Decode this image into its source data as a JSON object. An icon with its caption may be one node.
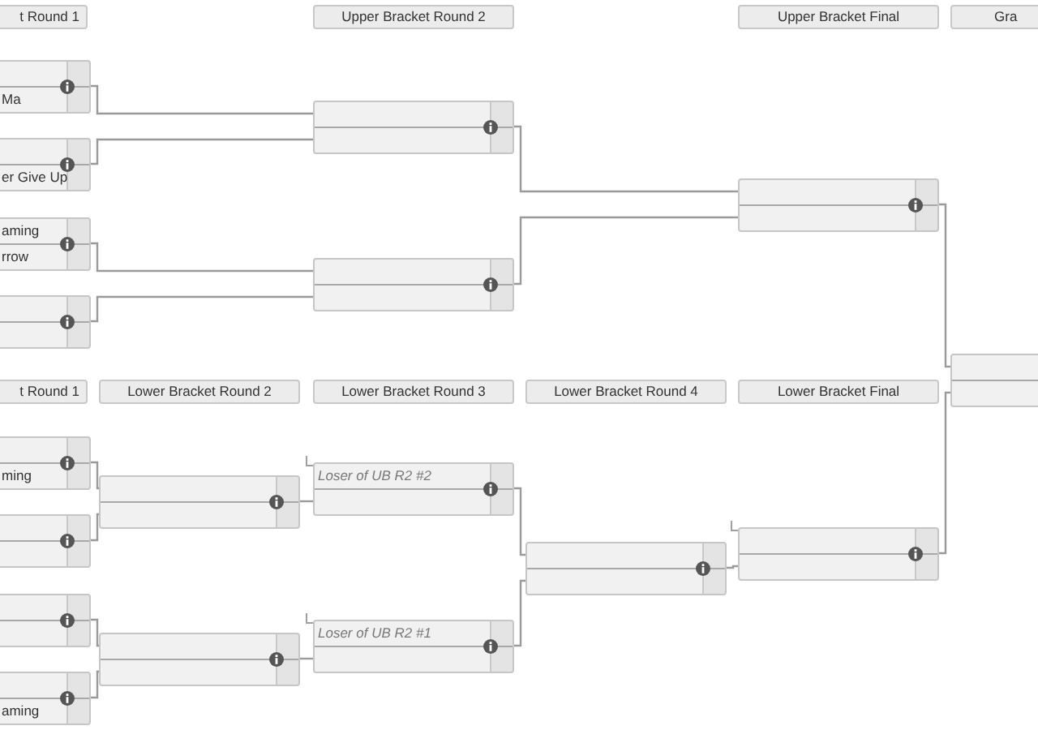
{
  "diagram": {
    "nodes": [
      {
        "text": [
          "t Round 1"
        ]
      },
      {
        "text": [
          "Upper Bracket Round 2"
        ]
      },
      {
        "text": [
          "Upper Bracket Final"
        ]
      },
      {
        "text": [
          "Gra"
        ]
      },
      {
        "text": [
          "Ma"
        ]
      },
      {
        "text": [
          "er Give Up"
        ]
      },
      {
        "text": [
          "aming",
          "rrow"
        ]
      },
      {
        "text": [],
        "shape": "box"
      },
      {
        "text": [],
        "shape": "box"
      },
      {
        "text": [],
        "shape": "box"
      },
      {
        "text": [],
        "shape": "box"
      },
      {
        "text": [],
        "shape": "box"
      },
      {
        "text": [
          "t Round 1"
        ]
      },
      {
        "text": [
          "Lower Bracket Round 2"
        ]
      },
      {
        "text": [
          "Lower Bracket Round 3"
        ]
      },
      {
        "text": [
          "Lower Bracket Round 4"
        ]
      },
      {
        "text": [
          "Lower Bracket Final"
        ]
      },
      {
        "text": [
          "ming"
        ]
      },
      {
        "text": [],
        "shape": "box"
      },
      {
        "text": [],
        "shape": "box"
      },
      {
        "text": [
          "aming"
        ]
      },
      {
        "text": [],
        "shape": "box"
      },
      {
        "text": [],
        "shape": "box"
      },
      {
        "text": [
          "Loser of UB R2 #2"
        ]
      },
      {
        "text": [
          "Loser of UB R2 #1"
        ]
      },
      {
        "text": [],
        "shape": "box"
      },
      {
        "text": [],
        "shape": "box"
      }
    ],
    "edges": [
      {
        "from": 4,
        "to": 8,
        "arrow": "none"
      },
      {
        "from": 5,
        "to": 8,
        "arrow": "none"
      },
      {
        "from": 6,
        "to": 9,
        "arrow": "none"
      },
      {
        "from": 7,
        "to": 9,
        "arrow": "none"
      },
      {
        "from": 8,
        "to": 10,
        "arrow": "none"
      },
      {
        "from": 9,
        "to": 10,
        "arrow": "none"
      },
      {
        "from": 10,
        "to": 11,
        "arrow": "none"
      },
      {
        "from": 17,
        "to": 21,
        "arrow": "none"
      },
      {
        "from": 18,
        "to": 21,
        "arrow": "none"
      },
      {
        "from": 19,
        "to": 22,
        "arrow": "none"
      },
      {
        "from": 20,
        "to": 22,
        "arrow": "none"
      },
      {
        "from": 21,
        "to": 23,
        "arrow": "none"
      },
      {
        "from": 22,
        "to": 24,
        "arrow": "none"
      },
      {
        "from": 23,
        "to": 25,
        "arrow": "none"
      },
      {
        "from": 24,
        "to": 25,
        "arrow": "none"
      },
      {
        "from": 25,
        "to": 26,
        "arrow": "none"
      },
      {
        "from": 26,
        "to": 11,
        "arrow": "none"
      }
    ]
  }
}
